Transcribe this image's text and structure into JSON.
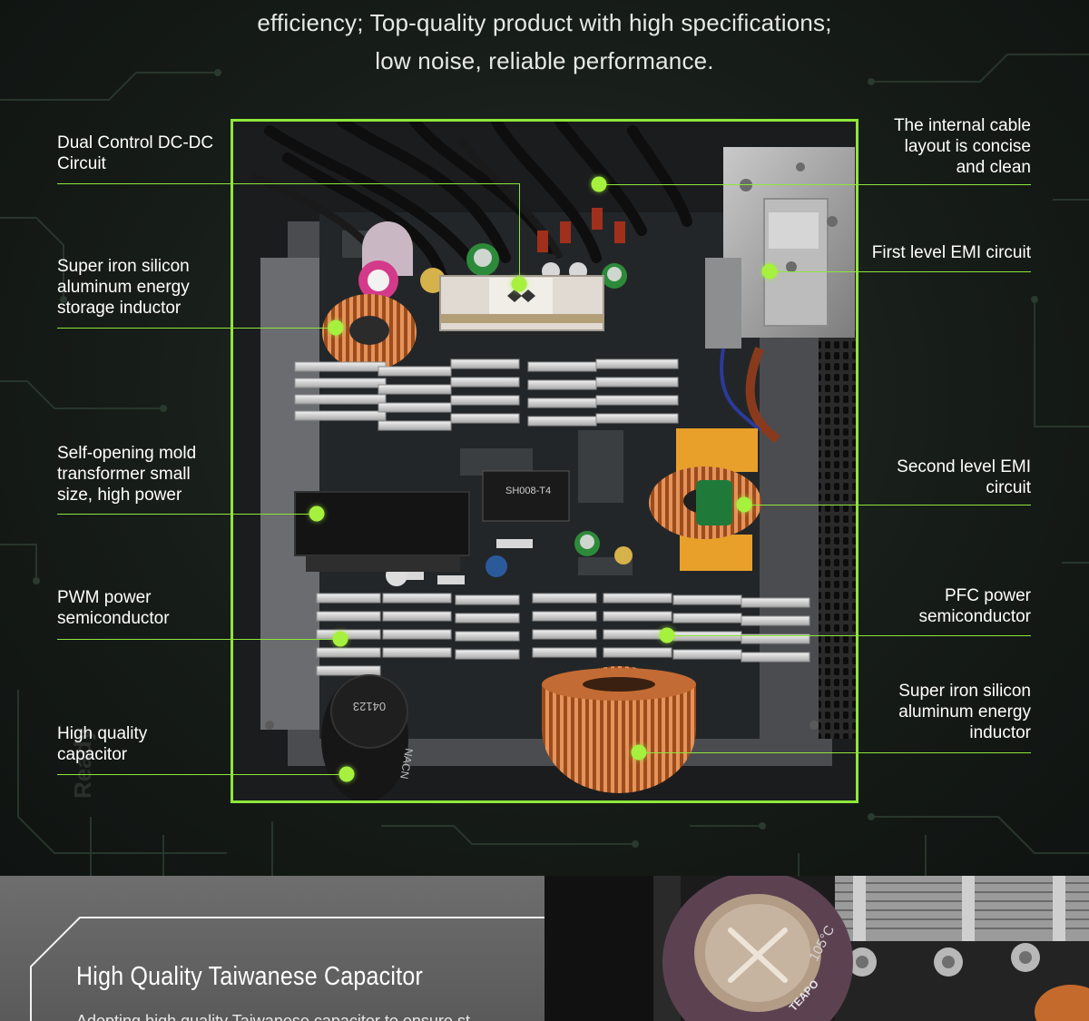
{
  "intro": {
    "line1": "efficiency; Top-quality product with high specifications;",
    "line2": "low noise, reliable performance."
  },
  "callouts": {
    "dual_control": {
      "line1": "Dual Control DC-DC",
      "line2": "Circuit"
    },
    "inductor_top": {
      "line1": "Super iron silicon",
      "line2": "aluminum energy",
      "line3": "storage inductor"
    },
    "transformer": {
      "line1": "Self-opening mold",
      "line2": "transformer small",
      "line3": "size, high power"
    },
    "pwm": {
      "line1": "PWM power",
      "line2": "semiconductor"
    },
    "capacitor": {
      "line1": "High quality",
      "line2": "capacitor"
    },
    "cable": {
      "line1": "The internal cable",
      "line2": "layout is concise",
      "line3": "and clean"
    },
    "emi1": {
      "line1": "First level EMI circuit"
    },
    "emi2": {
      "line1": "Second level EMI",
      "line2": "circuit"
    },
    "pfc": {
      "line1": "PFC power",
      "line2": "semiconductor"
    },
    "inductor_bottom": {
      "line1": "Super iron silicon",
      "line2": "aluminum energy",
      "line3": "inductor"
    }
  },
  "photo_text": {
    "chip_label": "SH008-T4",
    "cap_label": "04123",
    "cap_brand": "NACN",
    "watermark": "Ready"
  },
  "bottom": {
    "title": "High Quality Taiwanese Capacitor",
    "description": "Adopting high quality Taiwanese capacitor to ensure st",
    "cap_marking_1": "105°C",
    "cap_marking_2": "TEAPO"
  },
  "colors": {
    "accent_green": "#8ee63a",
    "dot_green": "#a6f03e",
    "background": "#141816",
    "panel_gray": "#6e6e6e"
  }
}
